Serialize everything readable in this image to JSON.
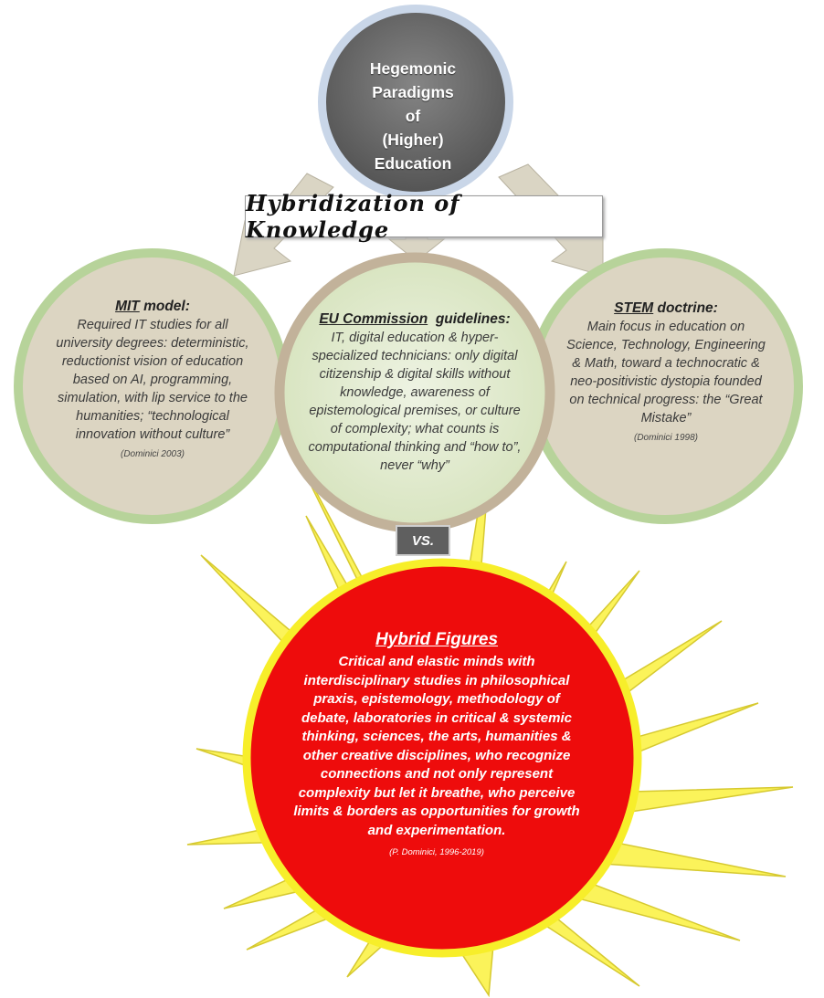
{
  "top": {
    "lines": [
      "Hegemonic",
      "Paradigms",
      "of",
      "(Higher)",
      "Education"
    ]
  },
  "banner": {
    "text": "Hybridization of Knowledge"
  },
  "left": {
    "head_underlined": "MIT",
    "head_rest": " model:",
    "body": "Required IT studies for all university degrees: deterministic, reductionist vision of education based on AI, programming, simulation, with lip service to the humanities; “technological innovation without culture”",
    "cite": "(Dominici 2003)"
  },
  "center": {
    "head_underlined": "EU Commission",
    "head_rest": "  guidelines:",
    "body": "IT, digital education & hyper-specialized technicians: only digital citizenship & digital skills without knowledge, awareness of epistemological premises, or culture of complexity; what counts is computational thinking and “how to”, never “why”"
  },
  "right": {
    "head_underlined": "STEM",
    "head_rest": " doctrine:",
    "body": "Main focus in education on Science, Technology, Engineering & Math, toward a technocratic & neo-positivistic dystopia founded on technical progress: the “Great Mistake”",
    "cite": "(Dominici 1998)"
  },
  "vs": {
    "text": "VS."
  },
  "hybrid": {
    "title": "Hybrid Figures",
    "body": "Critical and elastic minds with interdisciplinary studies in philosophical praxis, epistemology, methodology of debate, laboratories in critical & systemic thinking, sciences, the arts, humanities & other creative disciplines, who recognize connections and not only represent complexity but let it breathe, who perceive limits & borders as opportunities for growth and experimentation.",
    "cite": "(P. Dominici, 1996-2019)"
  },
  "colors": {
    "top_circle": "#6e6e6e",
    "top_ring": "#c9d6e8",
    "side_circle": "#dcd5c2",
    "side_ring": "#b7d39a",
    "center_ring": "#c2b29a",
    "center_fill": "#e4ecd2",
    "arrow": "#dad5c4",
    "sun": "#fbf35a",
    "sun_stroke": "#d6c930",
    "hybrid_fill": "#ee0c0c",
    "hybrid_ring": "#f7ee2a"
  }
}
